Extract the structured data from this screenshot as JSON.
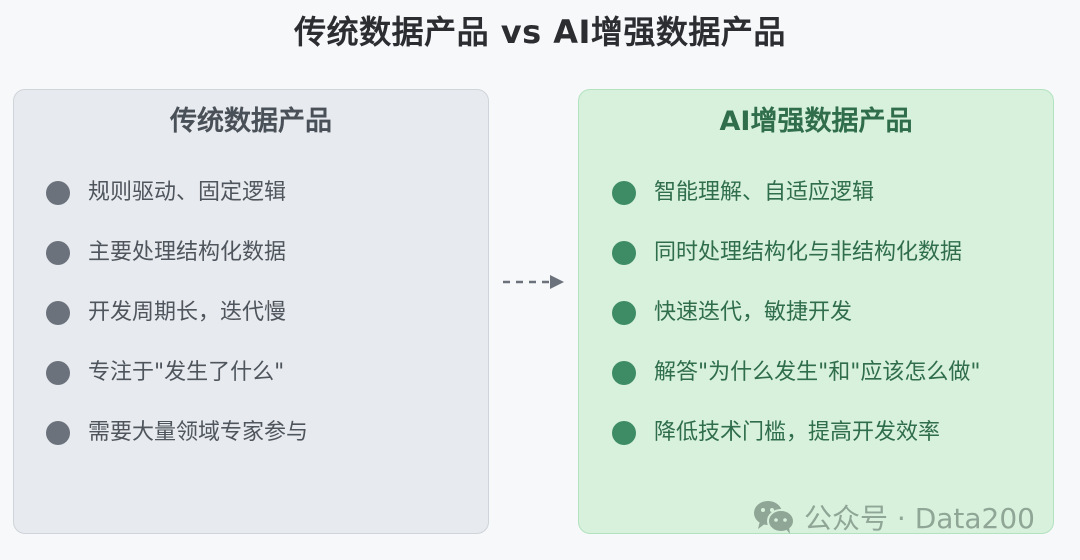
{
  "title": "传统数据产品 vs AI增强数据产品",
  "colors": {
    "background": "#f7f8fa",
    "left_panel_bg": "#e7eaee",
    "left_panel_border": "#cfd4da",
    "left_accent": "#6c727c",
    "right_panel_bg": "#d7f1dc",
    "right_panel_border": "#b3e2bf",
    "right_accent": "#3e8c65",
    "right_text": "#2f6d4b"
  },
  "left_panel": {
    "title": "传统数据产品",
    "items": [
      {
        "text": "规则驱动、固定逻辑"
      },
      {
        "text": "主要处理结构化数据"
      },
      {
        "text": "开发周期长，迭代慢"
      },
      {
        "text": "专注于\"发生了什么\""
      },
      {
        "text": "需要大量领域专家参与"
      }
    ]
  },
  "connector": {
    "icon": "dashed-arrow-right-icon"
  },
  "right_panel": {
    "title": "AI增强数据产品",
    "items": [
      {
        "text": "智能理解、自适应逻辑"
      },
      {
        "text": "同时处理结构化与非结构化数据"
      },
      {
        "text": "快速迭代，敏捷开发"
      },
      {
        "text": "解答\"为什么发生\"和\"应该怎么做\""
      },
      {
        "text": "降低技术门槛，提高开发效率"
      }
    ]
  },
  "watermark": {
    "icon": "wechat-icon",
    "text": "公众号 · Data200"
  }
}
